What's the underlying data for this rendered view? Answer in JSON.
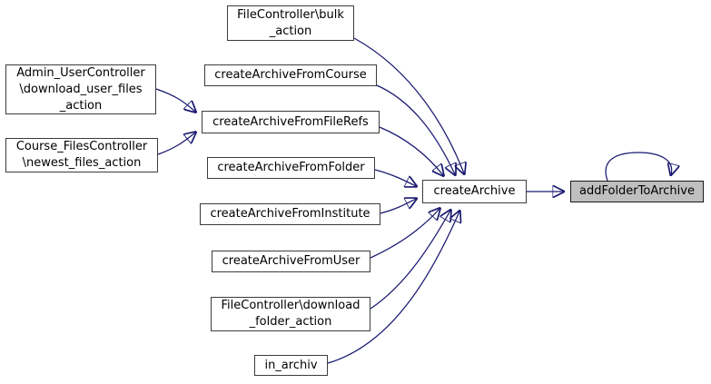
{
  "diagram": {
    "kind": "doxygen-call-graph",
    "colors": {
      "background": "#ffffff",
      "edge": "#191970",
      "node_border": "#3c3c3c",
      "node_fill": "#ffffff",
      "highlight_node_fill": "#bfbfbf",
      "text": "#000000"
    },
    "nodes": [
      {
        "id": "FileController\\bulk_action",
        "label_lines": [
          "FileController\\bulk",
          "_action"
        ]
      },
      {
        "id": "createArchiveFromCourse",
        "label_lines": [
          "createArchiveFromCourse"
        ]
      },
      {
        "id": "Admin_UserController\\download_user_files_action",
        "label_lines": [
          "Admin_UserController",
          "\\download_user_files",
          "_action"
        ]
      },
      {
        "id": "createArchiveFromFileRefs",
        "label_lines": [
          "createArchiveFromFileRefs"
        ]
      },
      {
        "id": "Course_FilesController\\newest_files_action",
        "label_lines": [
          "Course_FilesController",
          "\\newest_files_action"
        ]
      },
      {
        "id": "createArchiveFromFolder",
        "label_lines": [
          "createArchiveFromFolder"
        ]
      },
      {
        "id": "createArchiveFromInstitute",
        "label_lines": [
          "createArchiveFromInstitute"
        ]
      },
      {
        "id": "createArchiveFromUser",
        "label_lines": [
          "createArchiveFromUser"
        ]
      },
      {
        "id": "FileController\\download_folder_action",
        "label_lines": [
          "FileController\\download",
          "_folder_action"
        ]
      },
      {
        "id": "in_archiv",
        "label_lines": [
          "in_archiv"
        ]
      },
      {
        "id": "createArchive",
        "label_lines": [
          "createArchive"
        ]
      },
      {
        "id": "addFolderToArchive",
        "label_lines": [
          "addFolderToArchive"
        ],
        "highlighted": true
      }
    ],
    "edges": [
      {
        "from": "FileController\\bulk_action",
        "to": "createArchive"
      },
      {
        "from": "createArchiveFromCourse",
        "to": "createArchive"
      },
      {
        "from": "Admin_UserController\\download_user_files_action",
        "to": "createArchiveFromFileRefs"
      },
      {
        "from": "Course_FilesController\\newest_files_action",
        "to": "createArchiveFromFileRefs"
      },
      {
        "from": "createArchiveFromFileRefs",
        "to": "createArchive"
      },
      {
        "from": "createArchiveFromFolder",
        "to": "createArchive"
      },
      {
        "from": "createArchiveFromInstitute",
        "to": "createArchive"
      },
      {
        "from": "createArchiveFromUser",
        "to": "createArchive"
      },
      {
        "from": "FileController\\download_folder_action",
        "to": "createArchive"
      },
      {
        "from": "in_archiv",
        "to": "createArchive"
      },
      {
        "from": "createArchive",
        "to": "addFolderToArchive"
      },
      {
        "from": "addFolderToArchive",
        "to": "addFolderToArchive"
      }
    ]
  }
}
